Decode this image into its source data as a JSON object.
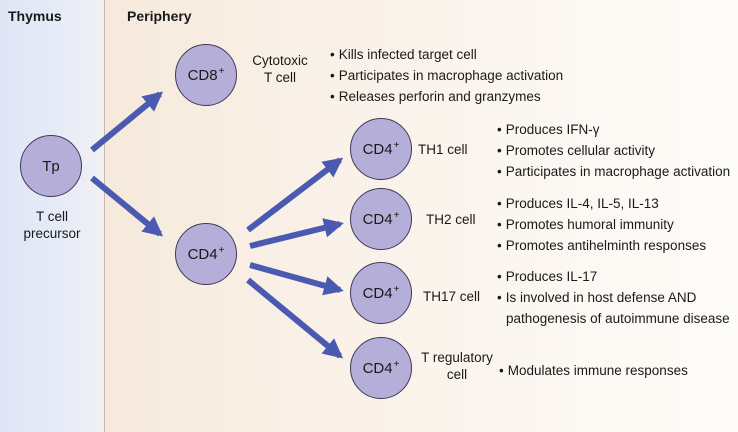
{
  "regions": {
    "thymus": "Thymus",
    "periphery": "Periphery"
  },
  "cells": {
    "tp": {
      "label": "Tp",
      "name_line1": "T cell",
      "name_line2": "precursor"
    },
    "cd8": {
      "label": "CD8",
      "sup": "+",
      "name_line1": "Cytotoxic",
      "name_line2": "T cell",
      "bullets": [
        "Kills infected target cell",
        "Participates in macrophage activation",
        "Releases perforin and granzymes"
      ]
    },
    "cd4_main": {
      "label": "CD4",
      "sup": "+"
    },
    "th1": {
      "label": "CD4",
      "sup": "+",
      "name": "TH1 cell",
      "bullets": [
        "Produces IFN-γ",
        "Promotes cellular activity",
        "Participates in macrophage activation"
      ]
    },
    "th2": {
      "label": "CD4",
      "sup": "+",
      "name": "TH2 cell",
      "bullets": [
        "Produces IL-4, IL-5, IL-13",
        "Promotes humoral immunity",
        "Promotes antihelminth responses"
      ]
    },
    "th17": {
      "label": "CD4",
      "sup": "+",
      "name": "TH17 cell",
      "bullets": [
        "Produces IL-17",
        "Is involved in host defense AND",
        "pathogenesis of autoimmune disease"
      ]
    },
    "treg": {
      "label": "CD4",
      "sup": "+",
      "name_line1": "T regulatory",
      "name_line2": "cell",
      "bullets": [
        "Modulates immune responses"
      ]
    }
  },
  "colors": {
    "cell_fill": "#b4aed8",
    "cell_border": "#3d3a58",
    "arrow": "#4a5ab0",
    "thymus_bg": "#e3e9f6",
    "periphery_bg": "#f6ebde"
  }
}
